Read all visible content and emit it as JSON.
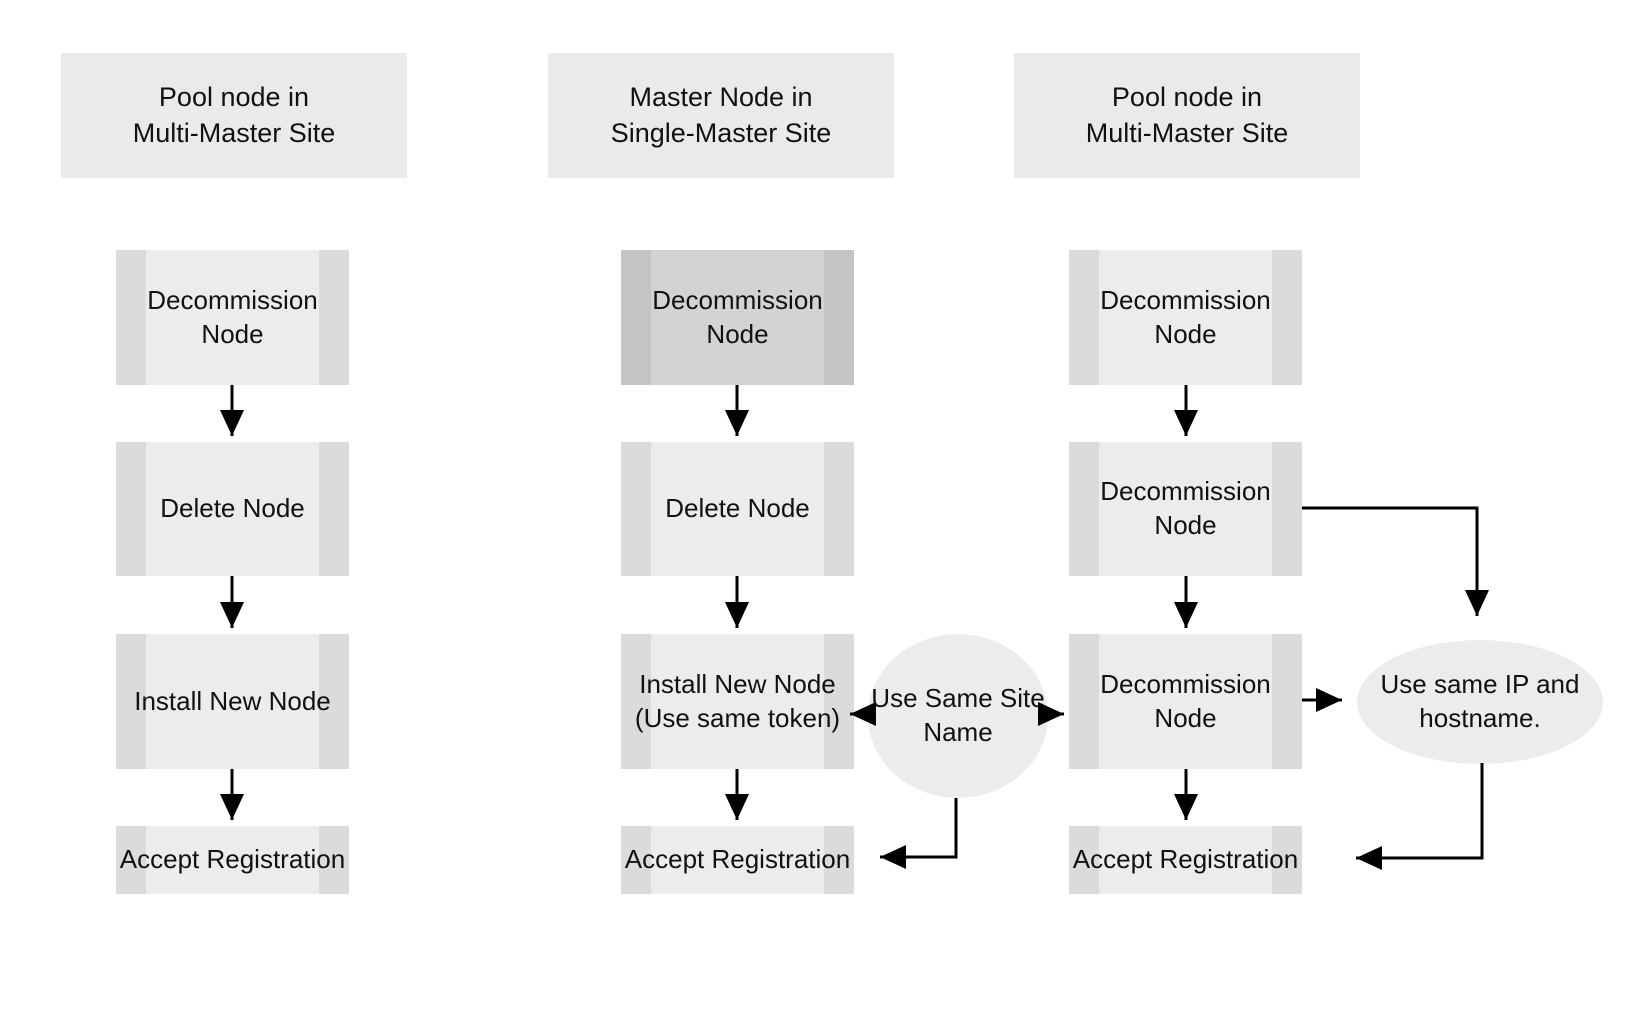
{
  "diagram": {
    "headers": [
      {
        "label": "Pool node in\nMulti-Master Site"
      },
      {
        "label": "Master Node in\nSingle-Master Site"
      },
      {
        "label": "Pool node in\nMulti-Master Site"
      }
    ],
    "columns": [
      {
        "name": "pool-node-multi-master-left",
        "nodes": [
          {
            "label": "Decommission\nNode"
          },
          {
            "label": "Delete Node"
          },
          {
            "label": "Install New Node"
          },
          {
            "label": "Accept Registration"
          }
        ]
      },
      {
        "name": "master-node-single-master",
        "nodes": [
          {
            "label": "Decommission\nNode",
            "emphasis": "dark"
          },
          {
            "label": "Delete Node"
          },
          {
            "label": "Install New Node\n(Use same token)"
          },
          {
            "label": "Accept Registration"
          }
        ]
      },
      {
        "name": "pool-node-multi-master-right",
        "nodes": [
          {
            "label": "Decommission\nNode"
          },
          {
            "label": "Decommission\nNode"
          },
          {
            "label": "Decommission\nNode"
          },
          {
            "label": "Accept Registration"
          }
        ]
      }
    ],
    "annotations": {
      "circle": {
        "label": "Use Same Site\nName"
      },
      "ellipse": {
        "label": "Use same IP and\nhostname."
      }
    },
    "colors": {
      "background": "#ffffff",
      "header_fill": "#eaeaea",
      "node_fill": "#ececec",
      "node_side_bar": "#dbdbdb",
      "node_fill_dark": "#d3d3d3",
      "node_side_bar_dark": "#c4c4c4",
      "annotation_fill": "#ececec",
      "arrow": "#000000",
      "text": "#111111"
    }
  }
}
